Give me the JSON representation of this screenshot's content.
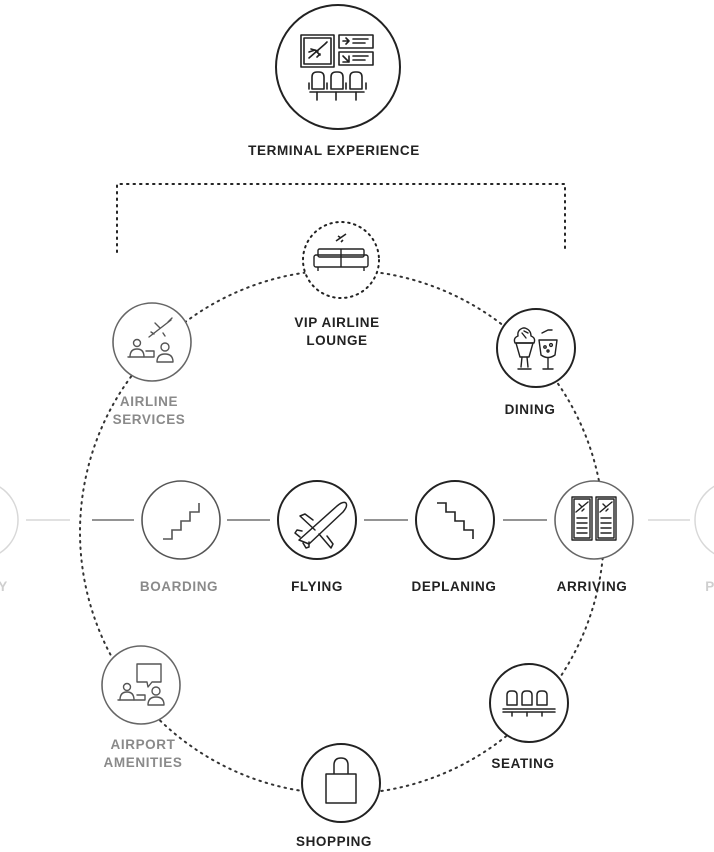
{
  "colors": {
    "ink": "#222222",
    "muted": "#8a8a8a",
    "faint": "#cfcfcf",
    "background": "#ffffff"
  },
  "header": {
    "title": "TERMINAL EXPERIENCE",
    "icon": "terminal-board-seats-icon"
  },
  "ring": {
    "vip_lounge": {
      "label": "VIP AIRLINE\nLOUNGE",
      "icon": "lounge-sofa-plane-icon"
    },
    "airline_services": {
      "label": "AIRLINE\nSERVICES",
      "icon": "agent-desk-plane-icon"
    },
    "dining": {
      "label": "DINING",
      "icon": "sundae-drink-icon"
    },
    "airport_amenities": {
      "label": "AIRPORT\nAMENITIES",
      "icon": "help-desk-chat-icon"
    },
    "shopping": {
      "label": "SHOPPING",
      "icon": "shopping-bag-icon"
    },
    "seating": {
      "label": "SEATING",
      "icon": "seat-row-icon"
    }
  },
  "journey": {
    "left_partial": {
      "label": "Y"
    },
    "boarding": {
      "label": "BOARDING",
      "icon": "stairs-up-icon"
    },
    "flying": {
      "label": "FLYING",
      "icon": "airplane-icon"
    },
    "deplaning": {
      "label": "DEPLANING",
      "icon": "stairs-down-icon"
    },
    "arriving": {
      "label": "ARRIVING",
      "icon": "flight-board-icon"
    },
    "right_partial": {
      "label": "P"
    }
  }
}
